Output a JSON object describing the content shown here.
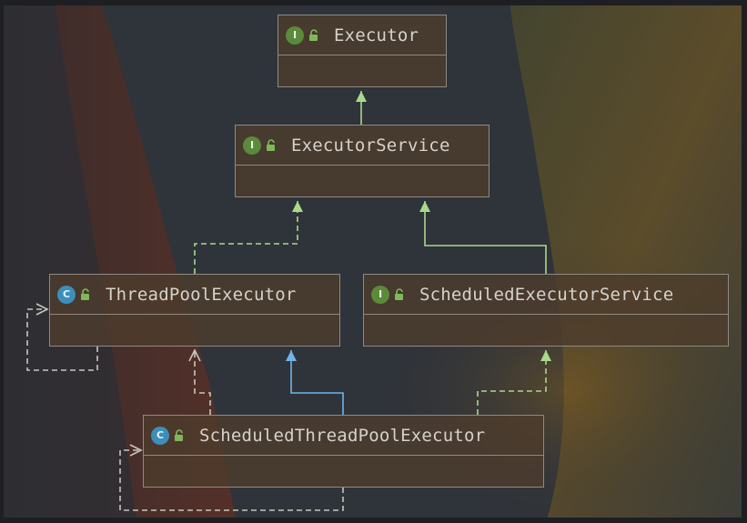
{
  "colors": {
    "interface_badge": "#5a8a3a",
    "class_badge": "#3c8fb8",
    "extends_interface": "#a9d98a",
    "extends_class": "#6fb4e8",
    "implements": "#a9d98a",
    "self_loop": "#c9c5bf",
    "node_border": "#8e8a84",
    "node_fill": "#4e3c2c",
    "text": "#d6d2cb"
  },
  "nodes": [
    {
      "id": "executor",
      "title": "Executor",
      "kind": "I",
      "kind_icon": "interface-icon",
      "vis_icon": "open-lock-icon"
    },
    {
      "id": "executor_service",
      "title": "ExecutorService",
      "kind": "I",
      "kind_icon": "interface-icon",
      "vis_icon": "open-lock-icon"
    },
    {
      "id": "thread_pool_executor",
      "title": "ThreadPoolExecutor",
      "kind": "C",
      "kind_icon": "class-icon",
      "vis_icon": "open-lock-icon"
    },
    {
      "id": "scheduled_executor_service",
      "title": "ScheduledExecutorService",
      "kind": "I",
      "kind_icon": "interface-icon",
      "vis_icon": "open-lock-icon"
    },
    {
      "id": "scheduled_thread_pool_executor",
      "title": "ScheduledThreadPoolExecutor",
      "kind": "C",
      "kind_icon": "class-icon",
      "vis_icon": "open-lock-icon"
    }
  ],
  "edges": [
    {
      "from": "executor_service",
      "to": "executor",
      "relation": "extends",
      "style": "solid"
    },
    {
      "from": "thread_pool_executor",
      "to": "executor_service",
      "relation": "implements",
      "style": "dashed"
    },
    {
      "from": "scheduled_executor_service",
      "to": "executor_service",
      "relation": "extends",
      "style": "solid"
    },
    {
      "from": "scheduled_thread_pool_executor",
      "to": "thread_pool_executor",
      "relation": "extends",
      "style": "solid"
    },
    {
      "from": "scheduled_thread_pool_executor",
      "to": "thread_pool_executor",
      "relation": "dependency",
      "style": "dashed"
    },
    {
      "from": "scheduled_thread_pool_executor",
      "to": "scheduled_executor_service",
      "relation": "implements",
      "style": "dashed"
    },
    {
      "from": "thread_pool_executor",
      "to": "thread_pool_executor",
      "relation": "self-dependency",
      "style": "dashed"
    },
    {
      "from": "scheduled_thread_pool_executor",
      "to": "scheduled_thread_pool_executor",
      "relation": "self-dependency",
      "style": "dashed"
    }
  ]
}
